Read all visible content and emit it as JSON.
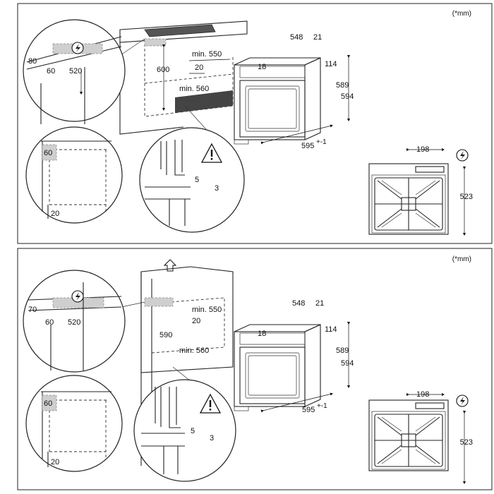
{
  "panels": [
    {
      "unit_note": "(*mm)",
      "labels": {
        "zoom1_h": "80",
        "zoom1_depth": "60",
        "zoom1_520": "520",
        "cab_h": "600",
        "cab_w": "min. 550",
        "cab_gap": "20",
        "cab_d": "min. 560",
        "oven_d": "548",
        "oven_door": "21",
        "oven_18": "18",
        "oven_114": "114",
        "oven_589": "589",
        "oven_594": "594",
        "oven_w": "595",
        "oven_tol": "+-1",
        "zoom2_60": "60",
        "zoom2_20": "20",
        "zoom3_5": "5",
        "zoom3_3": "3",
        "back_198": "198",
        "back_523": "523"
      }
    },
    {
      "unit_note": "(*mm)",
      "labels": {
        "zoom1_h": "70",
        "zoom1_depth": "60",
        "zoom1_520": "520",
        "cab_h": "590",
        "cab_w": "min. 550",
        "cab_gap": "20",
        "cab_d": "min. 560",
        "oven_d": "548",
        "oven_door": "21",
        "oven_18": "18",
        "oven_114": "114",
        "oven_589": "589",
        "oven_594": "594",
        "oven_w": "595",
        "oven_tol": "+-1",
        "zoom2_60": "60",
        "zoom2_20": "20",
        "zoom3_5": "5",
        "zoom3_3": "3",
        "back_198": "198",
        "back_523": "523"
      }
    }
  ],
  "icons": {
    "power": "power-icon",
    "warning": "warning-icon",
    "arrow_up": "arrow-up-icon"
  }
}
